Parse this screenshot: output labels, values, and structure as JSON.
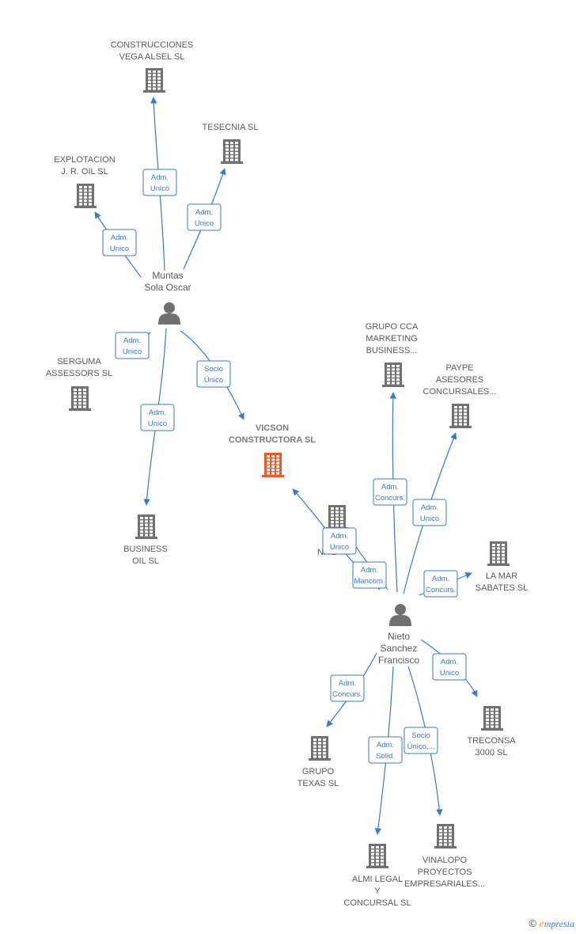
{
  "colors": {
    "company": "#707070",
    "focal_company": "#f05a28",
    "person": "#707070",
    "edge": "#3a78c8",
    "label": "#5a5a5a"
  },
  "nodes": [
    {
      "id": "construcciones",
      "kind": "company",
      "lines": [
        "CONSTRUCCIONES",
        "VEGA ALSEL SL"
      ]
    },
    {
      "id": "tesecnia",
      "kind": "company",
      "lines": [
        "TESECNIA SL"
      ]
    },
    {
      "id": "explotacion",
      "kind": "company",
      "lines": [
        "EXPLOTACION",
        "J. R. OIL SL"
      ]
    },
    {
      "id": "serguma",
      "kind": "company",
      "lines": [
        "SERGUMA",
        "ASSESSORS SL"
      ]
    },
    {
      "id": "business_oil",
      "kind": "company",
      "lines": [
        "BUSINESS",
        "OIL SL"
      ]
    },
    {
      "id": "vicson",
      "kind": "focal",
      "lines": [
        "VICSON",
        "CONSTRUCTORA SL"
      ]
    },
    {
      "id": "grupo_cca",
      "kind": "company",
      "lines": [
        "GRUPO CCA",
        "MARKETING",
        "BUSINESS..."
      ]
    },
    {
      "id": "paype",
      "kind": "company",
      "lines": [
        "PAYPE",
        "ASESORES",
        "CONCURSALES..."
      ]
    },
    {
      "id": "t_naranja",
      "kind": "company",
      "lines": [
        "T",
        "NA           L"
      ]
    },
    {
      "id": "la_mar",
      "kind": "company",
      "lines": [
        "LA MAR",
        "SABATES SL"
      ]
    },
    {
      "id": "treconsa",
      "kind": "company",
      "lines": [
        "TRECONSA",
        "3000 SL"
      ]
    },
    {
      "id": "grupo_texas",
      "kind": "company",
      "lines": [
        "GRUPO",
        "TEXAS SL"
      ]
    },
    {
      "id": "almi",
      "kind": "company",
      "lines": [
        "ALMI LEGAL",
        "Y",
        "CONCURSAL SL"
      ]
    },
    {
      "id": "vinalopo",
      "kind": "company",
      "lines": [
        "VINALOPO",
        "PROYECTOS",
        "EMPRESARIALES..."
      ]
    },
    {
      "id": "muntas",
      "kind": "person",
      "lines": [
        "Muntas",
        "Sola Oscar"
      ]
    },
    {
      "id": "nieto",
      "kind": "person",
      "lines": [
        "Nieto",
        "Sanchez",
        "Francisco"
      ]
    }
  ],
  "edges": [
    {
      "from": "muntas",
      "to": "construcciones",
      "label": [
        "Adm.",
        "Unico"
      ]
    },
    {
      "from": "muntas",
      "to": "tesecnia",
      "label": [
        "Adm.",
        "Unico"
      ]
    },
    {
      "from": "muntas",
      "to": "explotacion",
      "label": [
        "Adm.",
        "Unico"
      ]
    },
    {
      "from": "muntas",
      "to": "serguma",
      "label": [
        "Adm.",
        "Unico"
      ]
    },
    {
      "from": "muntas",
      "to": "business_oil",
      "label": [
        "Adm.",
        "Unico"
      ]
    },
    {
      "from": "muntas",
      "to": "vicson",
      "label": [
        "Socio",
        "Único"
      ]
    },
    {
      "from": "nieto",
      "to": "vicson",
      "label": [
        "Adm.",
        "Unico"
      ]
    },
    {
      "from": "nieto",
      "to": "grupo_cca",
      "label": [
        "Adm.",
        "Concurs."
      ]
    },
    {
      "from": "nieto",
      "to": "paype",
      "label": [
        "Adm.",
        "Unico"
      ]
    },
    {
      "from": "nieto",
      "to": "t_naranja",
      "label": [
        "Adm.",
        "Mancom."
      ]
    },
    {
      "from": "nieto",
      "to": "la_mar",
      "label": [
        "Adm.",
        "Concurs."
      ]
    },
    {
      "from": "nieto",
      "to": "treconsa",
      "label": [
        "Adm.",
        "Unico"
      ]
    },
    {
      "from": "nieto",
      "to": "grupo_texas",
      "label": [
        "Adm.",
        "Concurs."
      ]
    },
    {
      "from": "nieto",
      "to": "almi",
      "label": [
        "Adm.",
        "Solid."
      ]
    },
    {
      "from": "nieto",
      "to": "vinalopo",
      "label": [
        "Socio",
        "Único,..."
      ]
    }
  ],
  "footer": {
    "copyright": "©",
    "brand_initial": "e",
    "brand_rest": "mpresia"
  }
}
